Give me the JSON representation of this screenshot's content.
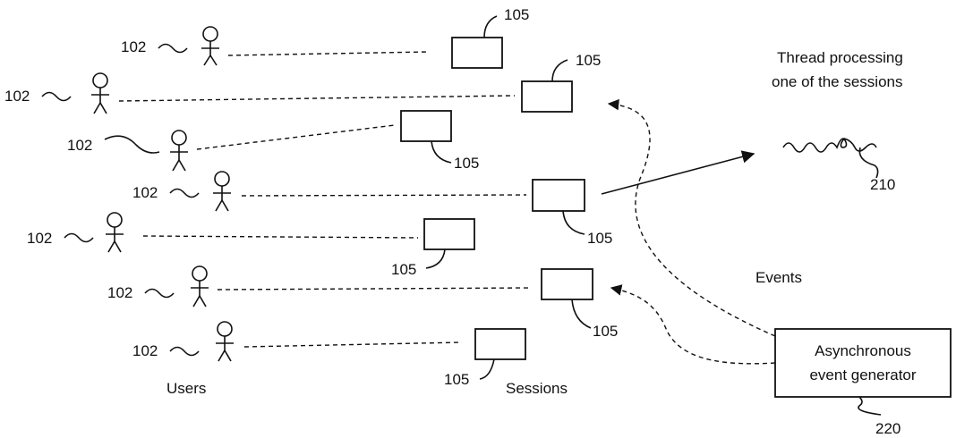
{
  "users": {
    "ref": "102",
    "caption": "Users"
  },
  "sessions": {
    "ref": "105",
    "caption": "Sessions"
  },
  "thread": {
    "caption_line1": "Thread processing",
    "caption_line2": "one of the sessions",
    "ref": "210"
  },
  "events": {
    "label": "Events"
  },
  "generator": {
    "label_line1": "Asynchronous",
    "label_line2": "event generator",
    "ref": "220"
  }
}
